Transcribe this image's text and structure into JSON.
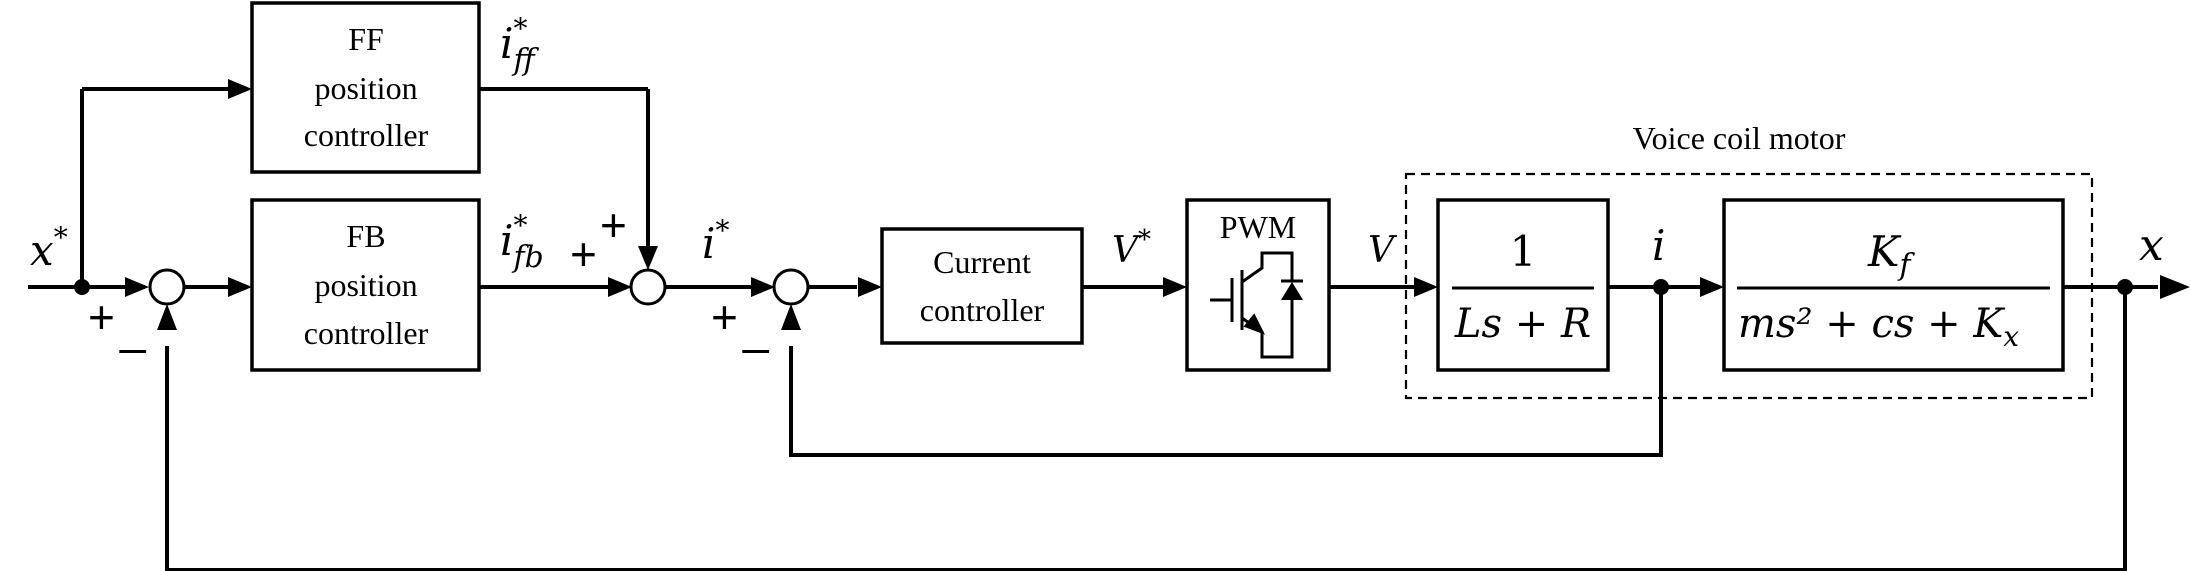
{
  "blocks": {
    "ff_controller": [
      "FF",
      "position",
      "controller"
    ],
    "fb_controller": [
      "FB",
      "position",
      "controller"
    ],
    "current_controller": [
      "Current",
      "controller"
    ],
    "pwm": "PWM",
    "electrical_tf": {
      "numerator": "1",
      "denominator": "Ls + R"
    },
    "mechanical_tf": {
      "numerator": "K",
      "numerator_sub": "f",
      "denominator_main": "ms² + cs + K",
      "denominator_sub": "x"
    }
  },
  "group_label": "Voice coil motor",
  "signals": {
    "x_ref": {
      "base": "x",
      "sup": "*"
    },
    "i_ff": {
      "base": "i",
      "sup": "*",
      "sub": "ff"
    },
    "i_fb": {
      "base": "i",
      "sup": "*",
      "sub": "fb"
    },
    "i_ref": {
      "base": "i",
      "sup": "*"
    },
    "v_ref": {
      "base": "V",
      "sup": "*"
    },
    "v": "V",
    "i": "i",
    "x": "x"
  },
  "signs": {
    "sum1_plus": "+",
    "sum1_minus": "_",
    "sum2_plus_left": "+",
    "sum2_plus_top": "+",
    "sum3_plus": "+",
    "sum3_minus": "_"
  }
}
